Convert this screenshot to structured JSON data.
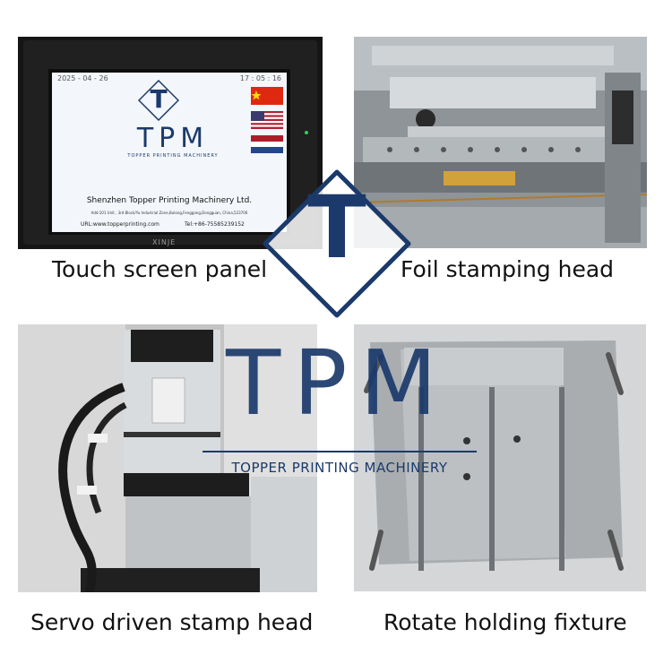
{
  "panels": [
    {
      "caption": "Touch screen panel"
    },
    {
      "caption": "Foil stamping head"
    },
    {
      "caption": "Servo driven stamp head"
    },
    {
      "caption": "Rotate holding fixture"
    }
  ],
  "screen": {
    "date": "2025 - 04 - 26",
    "time": "17 : 05 : 16",
    "logo_letter": "T",
    "logo_text": "TPM",
    "logo_tagline": "TOPPER PRINTING MACHINERY",
    "company": "Shenzhen Topper Printing Machinery Ltd.",
    "address": "Add:101 Unit , 3rd Block/Yu Industrial Zone,Bulong,Fenggang,Dongguan, China,523700",
    "url": "URL:www.topperprinting.com",
    "tel": "Tel:+86-75585239152",
    "brand": "XINJE"
  },
  "watermark": {
    "letter": "T",
    "text": "TPM",
    "tagline": "TOPPER PRINTING MACHINERY",
    "color": "#1b3a6b"
  }
}
